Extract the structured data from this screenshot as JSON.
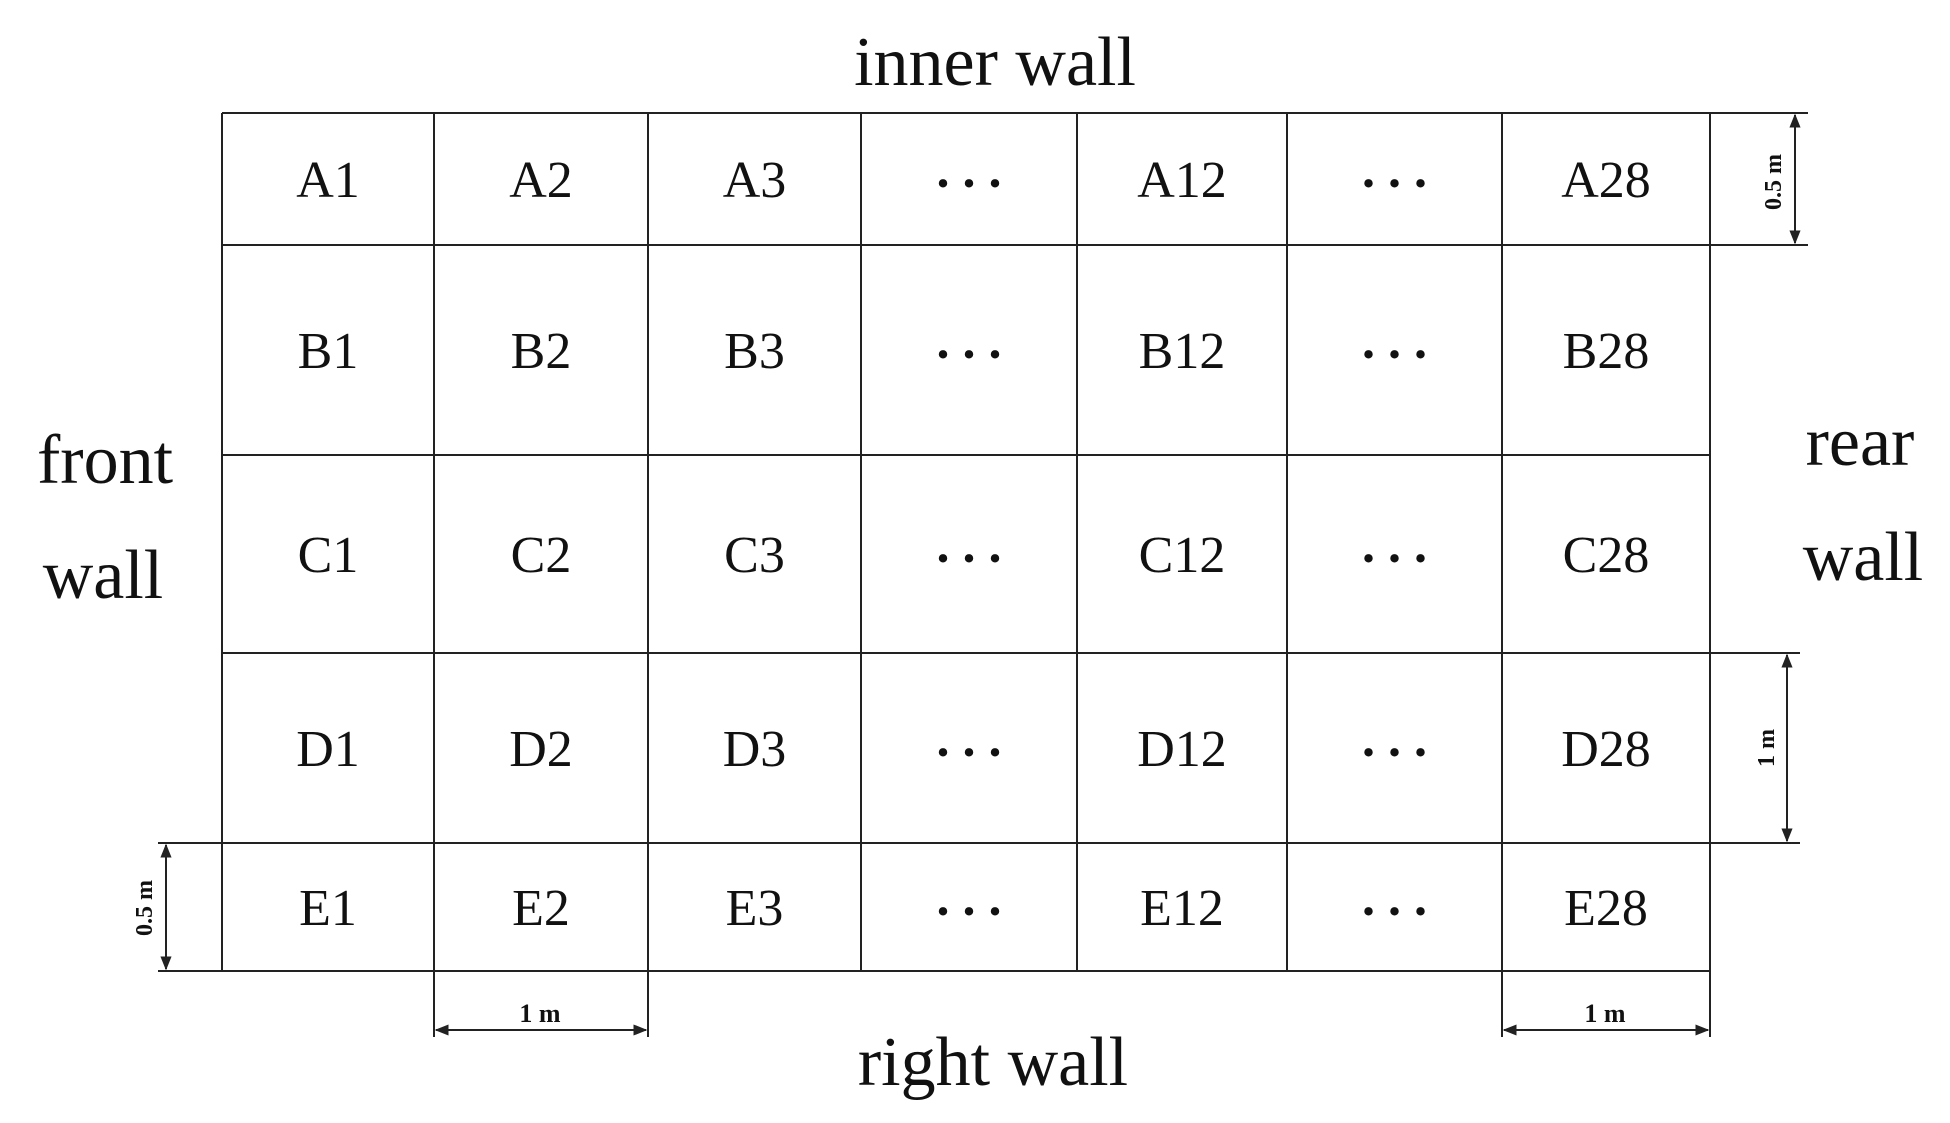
{
  "walls": {
    "top": "inner wall",
    "bottom": "right wall",
    "left": [
      "front",
      "wall"
    ],
    "right": [
      "rear",
      "wall"
    ]
  },
  "grid": {
    "rows": [
      [
        "A1",
        "A2",
        "A3",
        ". . .",
        "A12",
        ". . .",
        "A28"
      ],
      [
        "B1",
        "B2",
        "B3",
        ". . .",
        "B12",
        ". . .",
        "B28"
      ],
      [
        "C1",
        "C2",
        "C3",
        ". . .",
        "C12",
        ". . .",
        "C28"
      ],
      [
        "D1",
        "D2",
        "D3",
        ". . .",
        "D12",
        ". . .",
        "D28"
      ],
      [
        "E1",
        "E2",
        "E3",
        ". . .",
        "E12",
        ". . .",
        "E28"
      ]
    ]
  },
  "dimensions": {
    "top_right_height": "0.5 m",
    "right_lower_height": "1 m",
    "left_bottom_height": "0.5 m",
    "bottom_left_width": "1 m",
    "bottom_right_width": "1 m"
  },
  "colors": {
    "line": "#222222",
    "text": "#111111",
    "background": "#ffffff"
  }
}
